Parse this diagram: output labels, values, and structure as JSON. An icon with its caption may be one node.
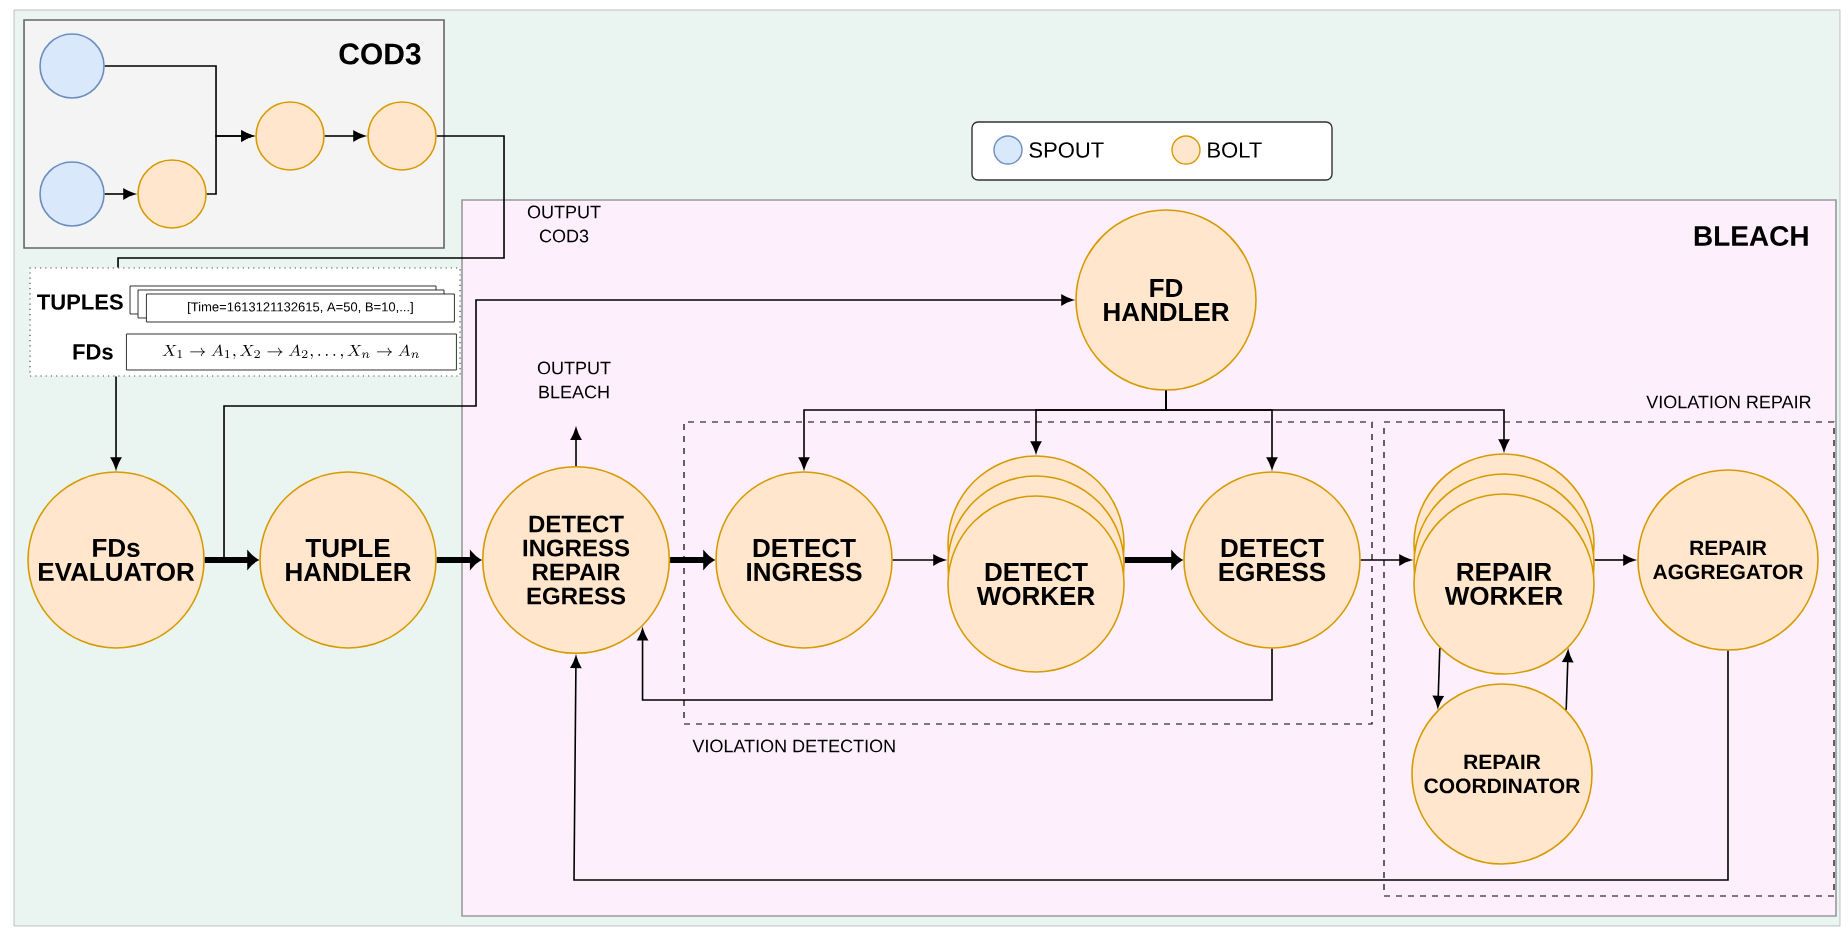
{
  "diagram": {
    "nodes": [
      {
        "text": [
          "COD3"
        ]
      },
      {
        "text": [],
        "shape": "circle",
        "in": 0
      },
      {
        "text": [],
        "shape": "circle",
        "in": 0
      },
      {
        "text": [],
        "shape": "circle",
        "in": 0
      },
      {
        "text": [],
        "shape": "circle",
        "in": 0
      },
      {
        "text": [],
        "shape": "circle",
        "in": 0
      },
      {
        "text": [],
        "shape": "box"
      },
      {
        "text": [
          "[Time=1613121132615, A=50, B=10,...]"
        ],
        "beside": [
          "TUPLES"
        ],
        "in": 6
      },
      {
        "text": [
          "X_1 \\rightarrow A_1, X_2 \\rightarrow A_2, \\ldots, X_n \\rightarrow A_n"
        ],
        "beside": [
          "FDs"
        ],
        "in": 6
      },
      {
        "text": [
          "BLEACH"
        ]
      },
      {
        "text": [
          "FDs EVALUATOR"
        ]
      },
      {
        "text": [
          "TUPLE HANDLER"
        ]
      },
      {
        "text": [
          "DETECT INGRESS REPAIR EGRESS"
        ],
        "in": 9
      },
      {
        "text": [
          "FD HANDLER"
        ],
        "in": 9
      },
      {
        "text": [
          "VIOLATION DETECTION"
        ],
        "in": 9
      },
      {
        "text": [
          "DETECT INGRESS"
        ],
        "in": 14
      },
      {
        "text": [
          "DETECT WORKER"
        ],
        "in": 14
      },
      {
        "text": [
          "DETECT EGRESS"
        ],
        "in": 14
      },
      {
        "text": [
          "VIOLATION REPAIR"
        ],
        "in": 9
      },
      {
        "text": [
          "REPAIR WORKER"
        ],
        "in": 18
      },
      {
        "text": [
          "REPAIR AGGREGATOR"
        ],
        "in": 18
      },
      {
        "text": [
          "REPAIR COORDINATOR"
        ],
        "in": 18
      }
    ],
    "edges": [
      {
        "from": 1,
        "to": 4,
        "arrow": "to"
      },
      {
        "from": 3,
        "to": 4,
        "arrow": "to"
      },
      {
        "from": 2,
        "to": 3,
        "arrow": "to"
      },
      {
        "from": 4,
        "to": 5,
        "arrow": "to"
      },
      {
        "from": 5,
        "to": 6,
        "arrow": "none",
        "label": "OUTPUT COD3"
      },
      {
        "from": 6,
        "to": 10,
        "arrow": "to"
      },
      {
        "from": 10,
        "to": 11,
        "arrow": "to",
        "style": "thick"
      },
      {
        "from": 10,
        "to": 13,
        "arrow": "to"
      },
      {
        "from": 11,
        "to": 12,
        "arrow": "to",
        "style": "thick"
      },
      {
        "from": 12,
        "to": null,
        "arrow": "to",
        "label": "OUTPUT BLEACH"
      },
      {
        "from": 12,
        "to": 15,
        "arrow": "to",
        "style": "thick"
      },
      {
        "from": 13,
        "to": 15,
        "arrow": "to"
      },
      {
        "from": 13,
        "to": 16,
        "arrow": "to"
      },
      {
        "from": 13,
        "to": 17,
        "arrow": "to"
      },
      {
        "from": 13,
        "to": 19,
        "arrow": "to"
      },
      {
        "from": 15,
        "to": 16,
        "arrow": "to"
      },
      {
        "from": 16,
        "to": 17,
        "arrow": "to",
        "style": "thick"
      },
      {
        "from": 17,
        "to": 19,
        "arrow": "to"
      },
      {
        "from": 17,
        "to": 12,
        "arrow": "to"
      },
      {
        "from": 19,
        "to": 20,
        "arrow": "to"
      },
      {
        "from": 19,
        "to": 21,
        "arrow": "to"
      },
      {
        "from": 21,
        "to": 19,
        "arrow": "to"
      },
      {
        "from": 20,
        "to": 12,
        "arrow": "to"
      }
    ],
    "legend": [
      {
        "text": "SPOUT",
        "color": "#dae8fc"
      },
      {
        "text": "BOLT",
        "color": "#ffe6cc"
      }
    ]
  }
}
